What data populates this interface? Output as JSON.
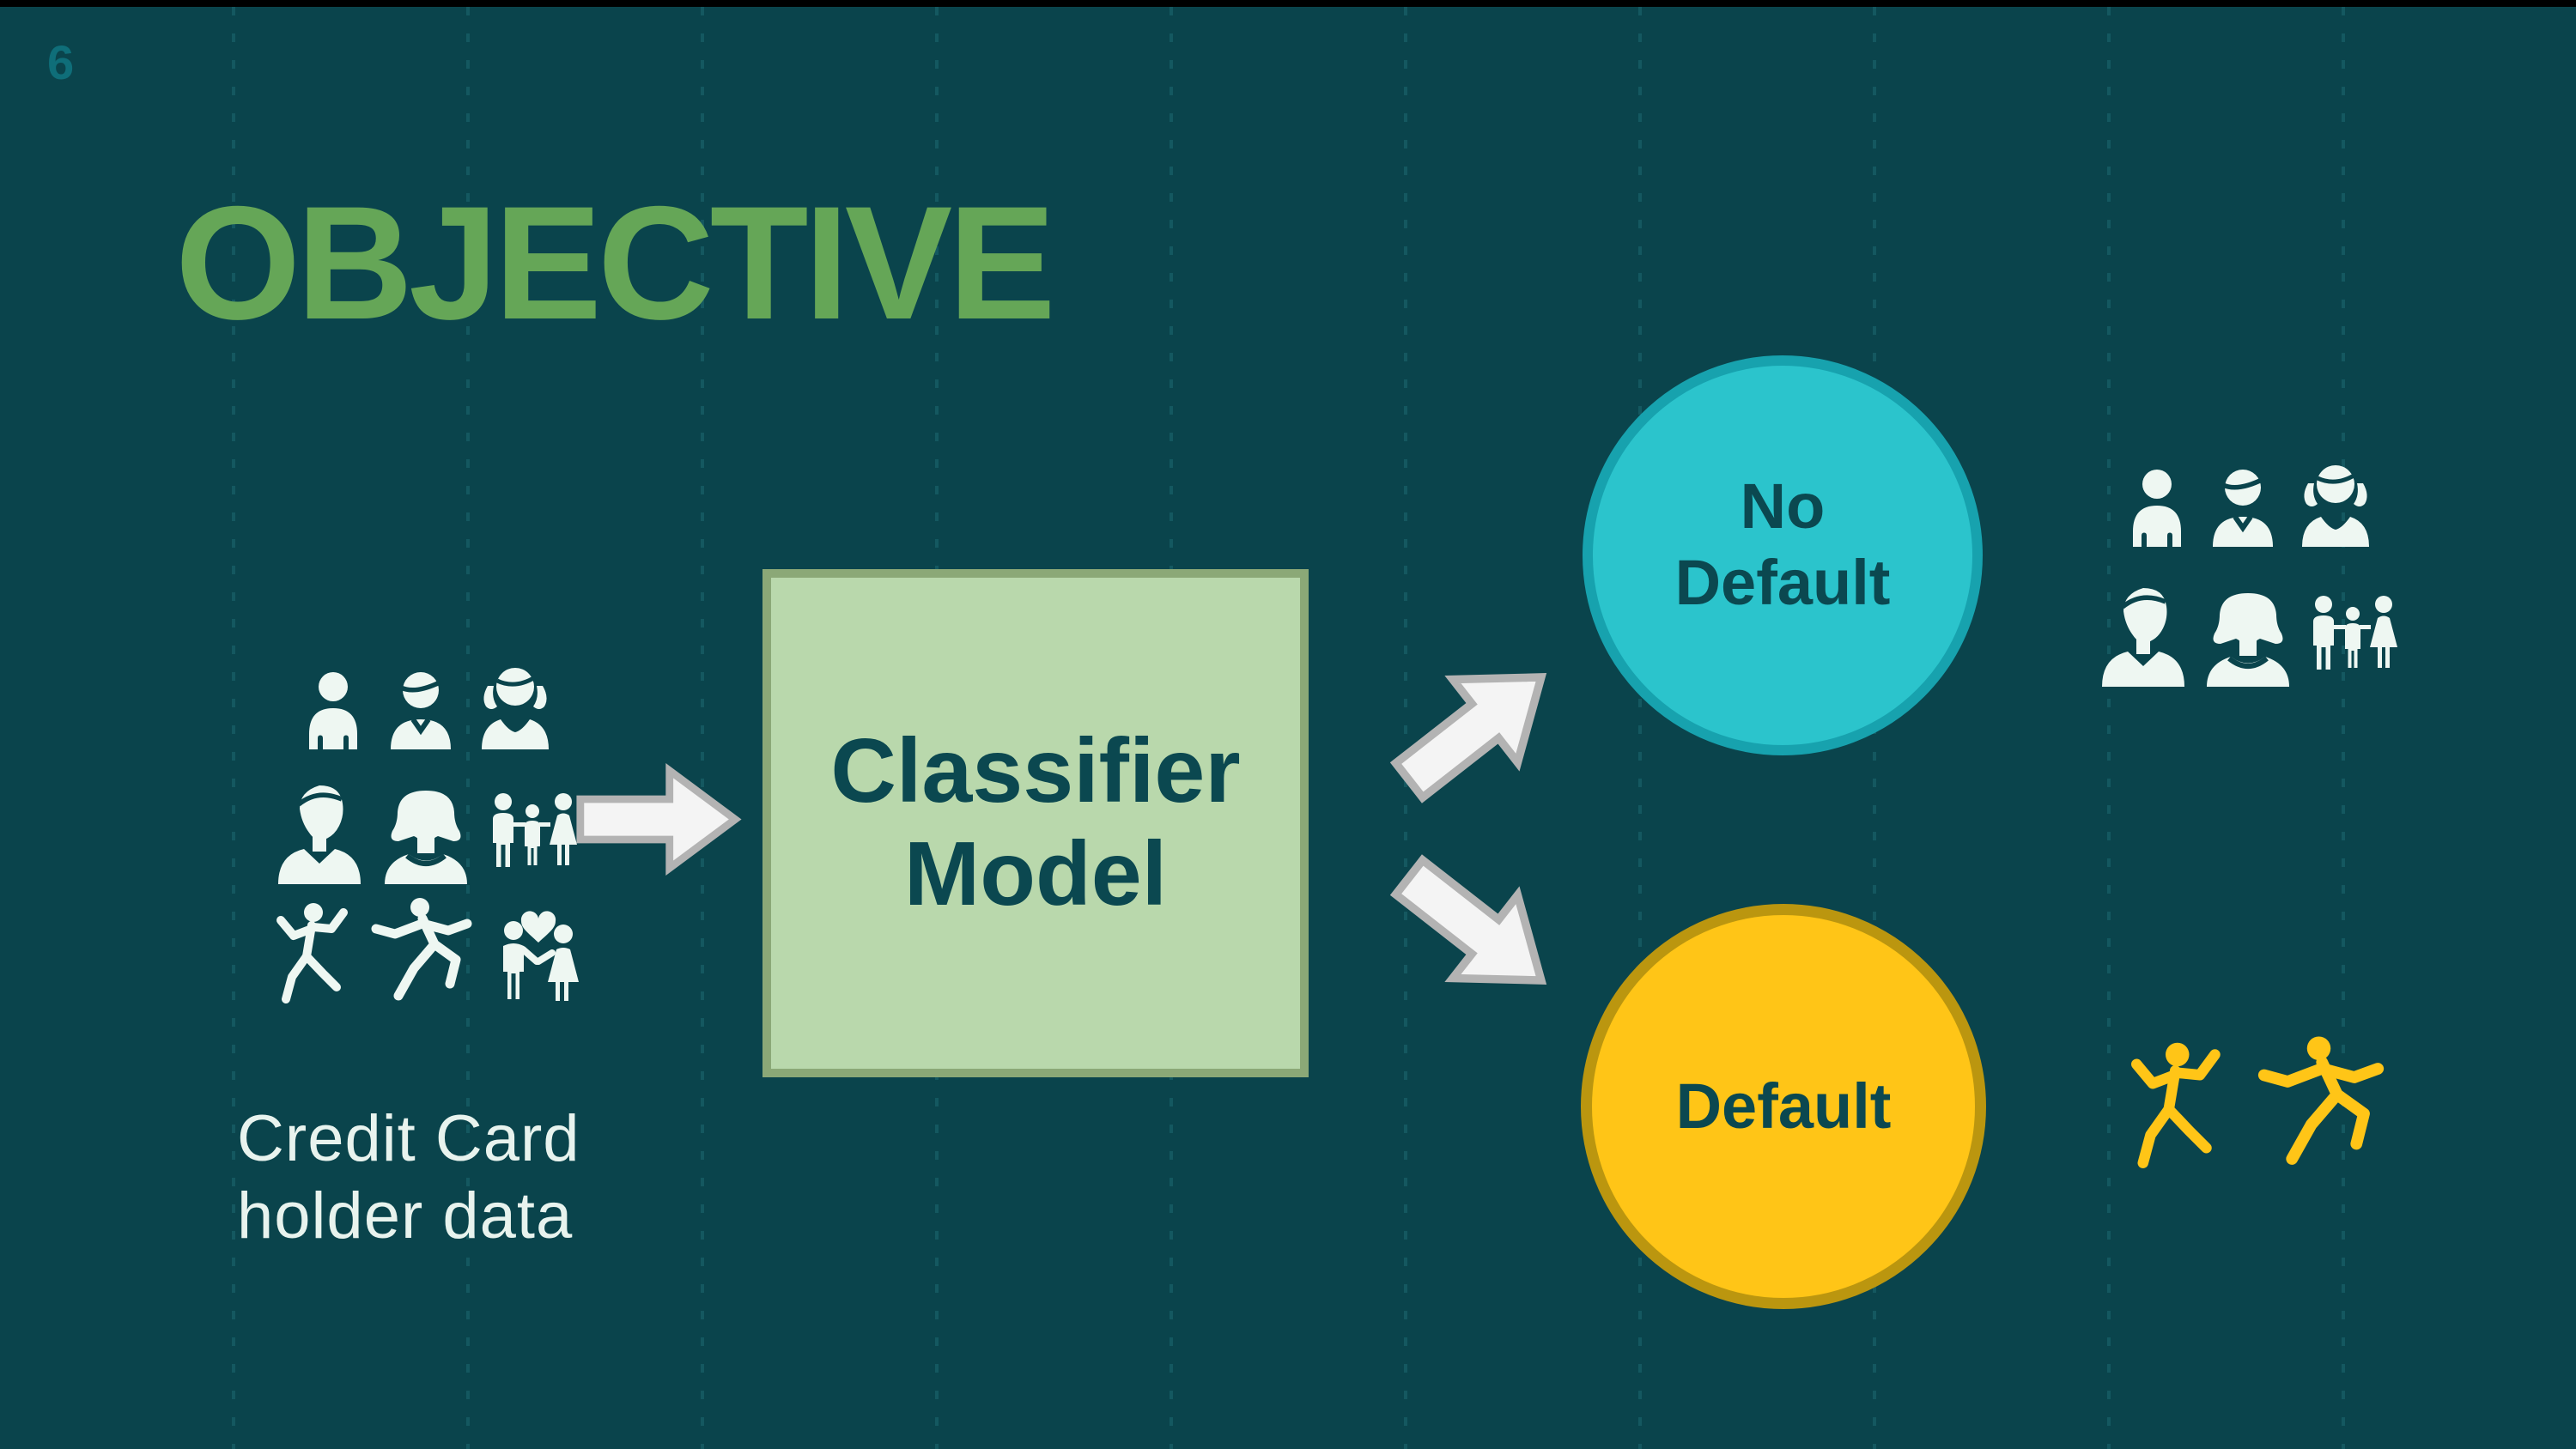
{
  "theme": {
    "bg": "#0a444c",
    "top_bar": "#000000",
    "grid": "#1d6871",
    "title_green": "#65a657",
    "page_number_teal": "#0f6e79",
    "box_fill": "#b9d8ac",
    "box_border": "#8ba877",
    "dark_text": "#0b4850",
    "no_default_fill": "#2bc4cc",
    "no_default_border": "#17a2ae",
    "default_fill": "#ffc517",
    "default_border": "#bb960f",
    "icon_light": "#eef7f2",
    "icon_yellow": "#ffc517",
    "arrow_fill": "#f4f4f4",
    "arrow_border": "#b3b3b3",
    "caption_light": "#e8f3ee"
  },
  "slide": {
    "page_number": "6",
    "title": "OBJECTIVE",
    "caption": {
      "line1": "Credit Card",
      "line2": "holder data"
    },
    "classifier": {
      "line1": "Classifier",
      "line2": "Model"
    },
    "no_default": {
      "line1": "No",
      "line2": "Default"
    },
    "default": {
      "label": "Default"
    }
  },
  "icons": {
    "input_group": [
      [
        "person",
        "boy",
        "girl"
      ],
      [
        "man",
        "woman",
        "family"
      ],
      [
        "dancer",
        "runner",
        "couple"
      ]
    ],
    "no_default_group": [
      [
        "person",
        "boy",
        "girl"
      ],
      [
        "man",
        "woman",
        "family"
      ]
    ],
    "default_group": [
      [
        "dancer",
        "runner"
      ]
    ]
  }
}
